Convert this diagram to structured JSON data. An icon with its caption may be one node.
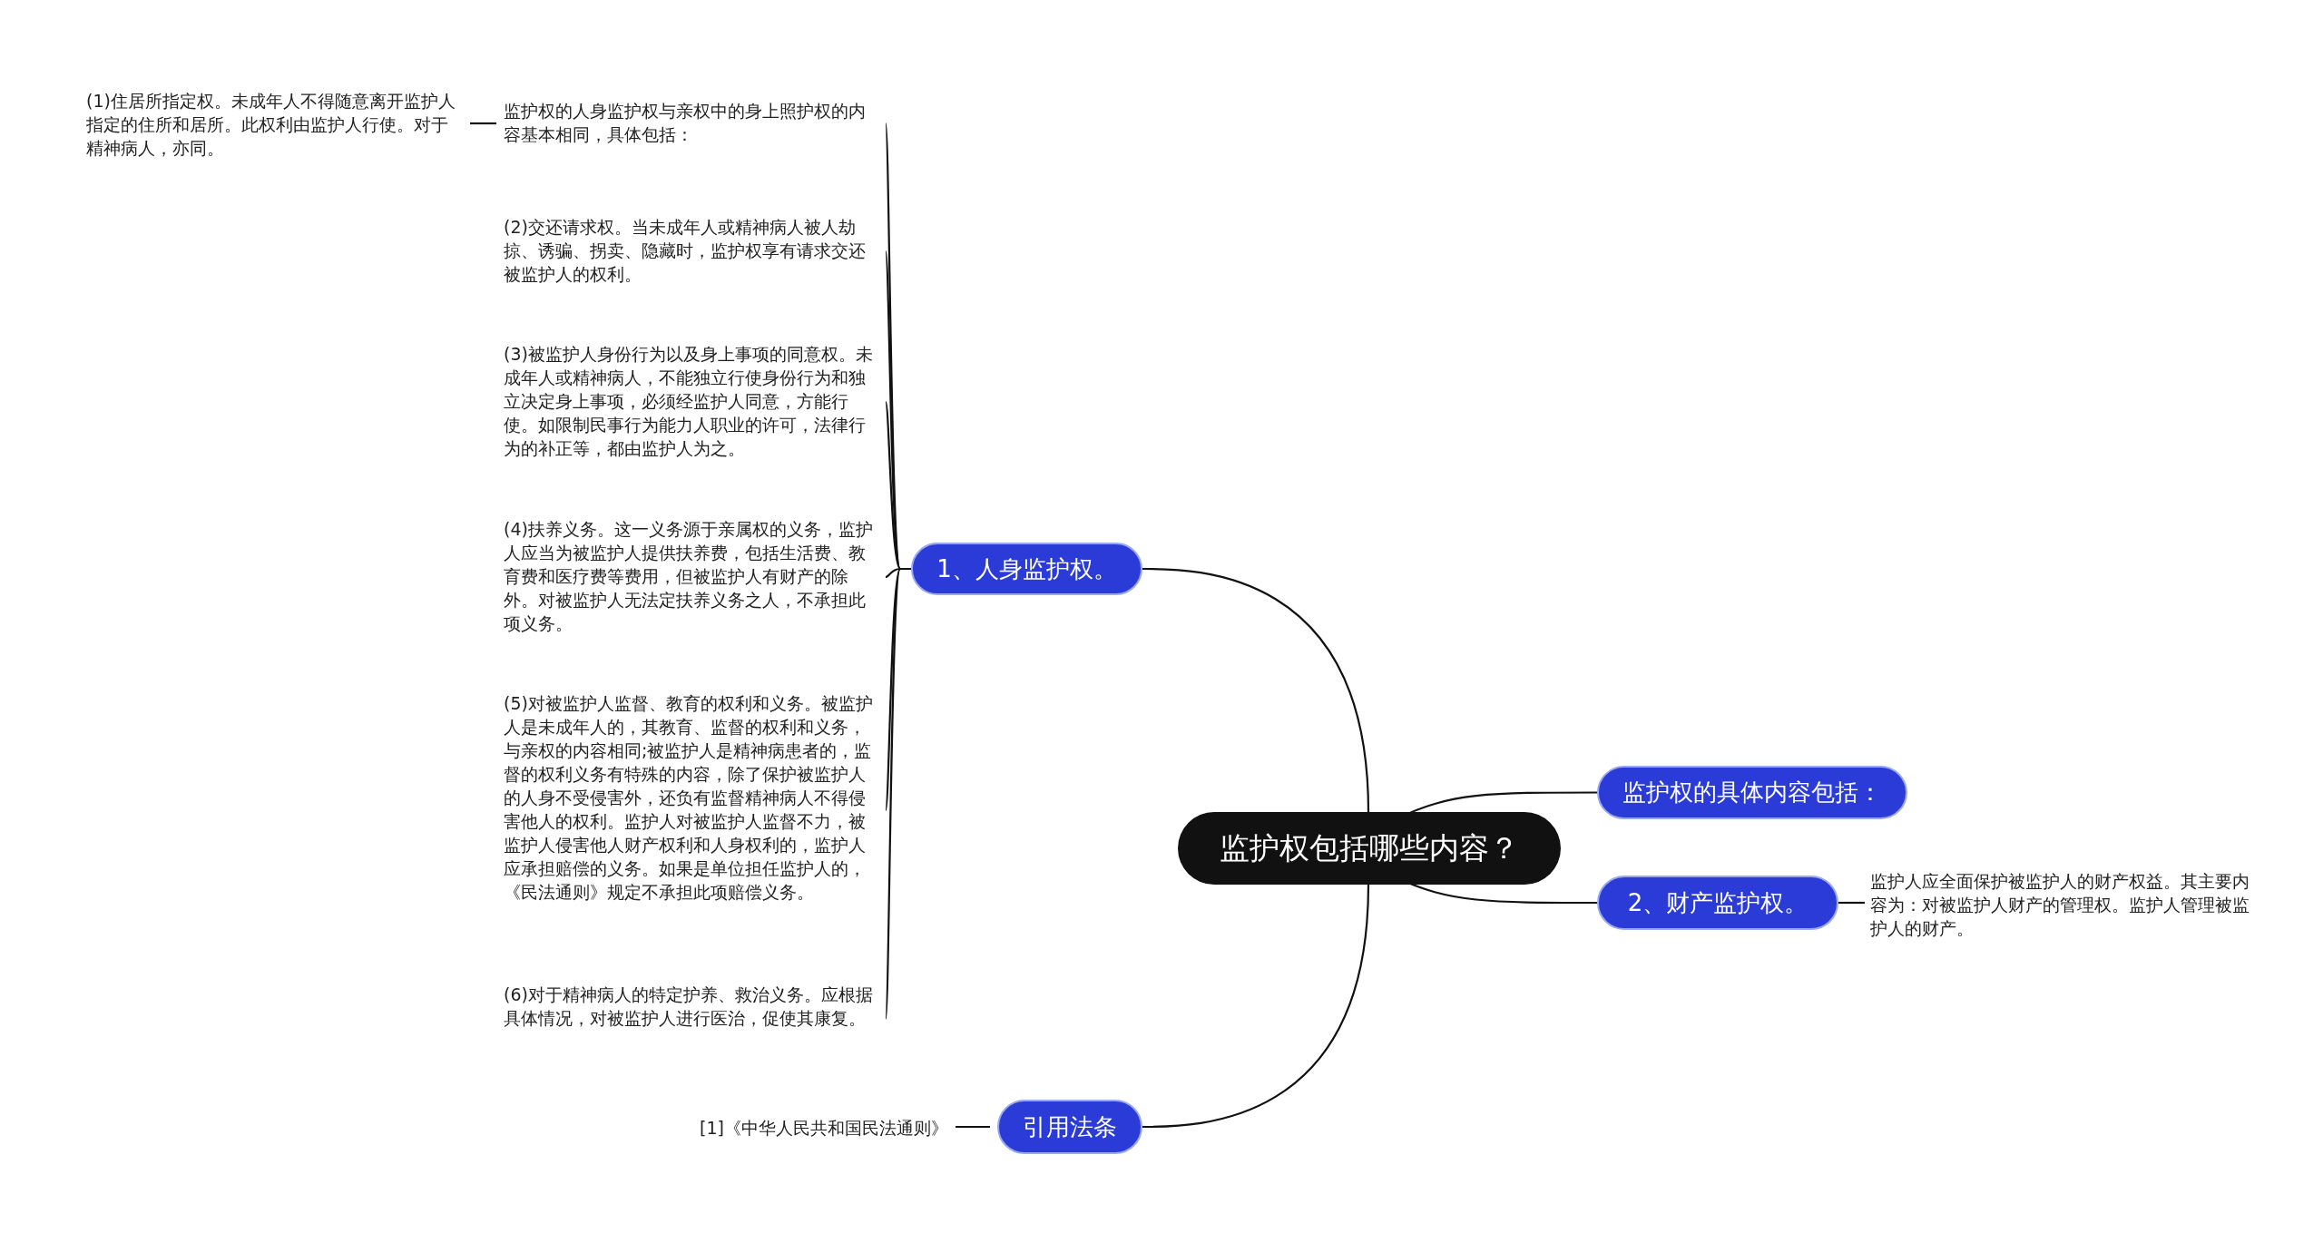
{
  "diagram": {
    "nodes": [
      {
        "text": [
          "监护权包括哪些内容？"
        ]
      },
      {
        "text": [
          "1、人身监护权。"
        ]
      },
      {
        "text": [
          "监护权的具体内容包括："
        ]
      },
      {
        "text": [
          "2、财产监护权。"
        ]
      },
      {
        "text": [
          "引用法条"
        ]
      },
      {
        "text": [
          "监护权的人身监护权与亲权中的身上照护权的内容基本相同，具体包括："
        ]
      },
      {
        "text": [
          "(1)住居所指定权。未成年人不得随意离开监护人指定的住所和居所。此权利由监护人行使。对于精神病人，亦同。"
        ]
      },
      {
        "text": [
          "(2)交还请求权。当未成年人或精神病人被人劫掠、诱骗、拐卖、隐藏时，监护权享有请求交还被监护人的权利。"
        ]
      },
      {
        "text": [
          "(3)被监护人身份行为以及身上事项的同意权。未成年人或精神病人，不能独立行使身份行为和独立决定身上事项，必须经监护人同意，方能行使。如限制民事行为能力人职业的许可，法律行为的补正等，都由监护人为之。"
        ]
      },
      {
        "text": [
          "(4)扶养义务。这一义务源于亲属权的义务，监护人应当为被监护人提供扶养费，包括生活费、教育费和医疗费等费用，但被监护人有财产的除外。对被监护人无法定扶养义务之人，不承担此项义务。"
        ]
      },
      {
        "text": [
          "(5)对被监护人监督、教育的权利和义务。被监护人是未成年人的，其教育、监督的权利和义务，与亲权的内容相同;被监护人是精神病患者的，监督的权利义务有特殊的内容，除了保护被监护人的人身不受侵害外，还负有监督精神病人不得侵害他人的权利。监护人对被监护人监督不力，被监护人侵害他人财产权利和人身权利的，监护人应承担赔偿的义务。如果是单位担任监护人的，《民法通则》规定不承担此项赔偿义务。"
        ]
      },
      {
        "text": [
          "(6)对于精神病人的特定护养、救治义务。应根据具体情况，对被监护人进行医治，促使其康复。"
        ]
      },
      {
        "text": [
          "监护人应全面保护被监护人的财产权益。其主要内容为：对被监护人财产的管理权。监护人管理被监护人的财产。"
        ]
      },
      {
        "text": [
          "[1]《中华人民共和国民法通则》"
        ]
      }
    ],
    "edges": [
      {
        "from": 0,
        "to": 1,
        "arrow": "none"
      },
      {
        "from": 0,
        "to": 2,
        "arrow": "none"
      },
      {
        "from": 0,
        "to": 3,
        "arrow": "none"
      },
      {
        "from": 0,
        "to": 4,
        "arrow": "none"
      },
      {
        "from": 1,
        "to": 5,
        "arrow": "none"
      },
      {
        "from": 1,
        "to": 7,
        "arrow": "none"
      },
      {
        "from": 1,
        "to": 8,
        "arrow": "none"
      },
      {
        "from": 1,
        "to": 9,
        "arrow": "none"
      },
      {
        "from": 1,
        "to": 10,
        "arrow": "none"
      },
      {
        "from": 1,
        "to": 11,
        "arrow": "none"
      },
      {
        "from": 5,
        "to": 6,
        "arrow": "none"
      },
      {
        "from": 3,
        "to": 12,
        "arrow": "none"
      },
      {
        "from": 4,
        "to": 13,
        "arrow": "none"
      }
    ]
  }
}
